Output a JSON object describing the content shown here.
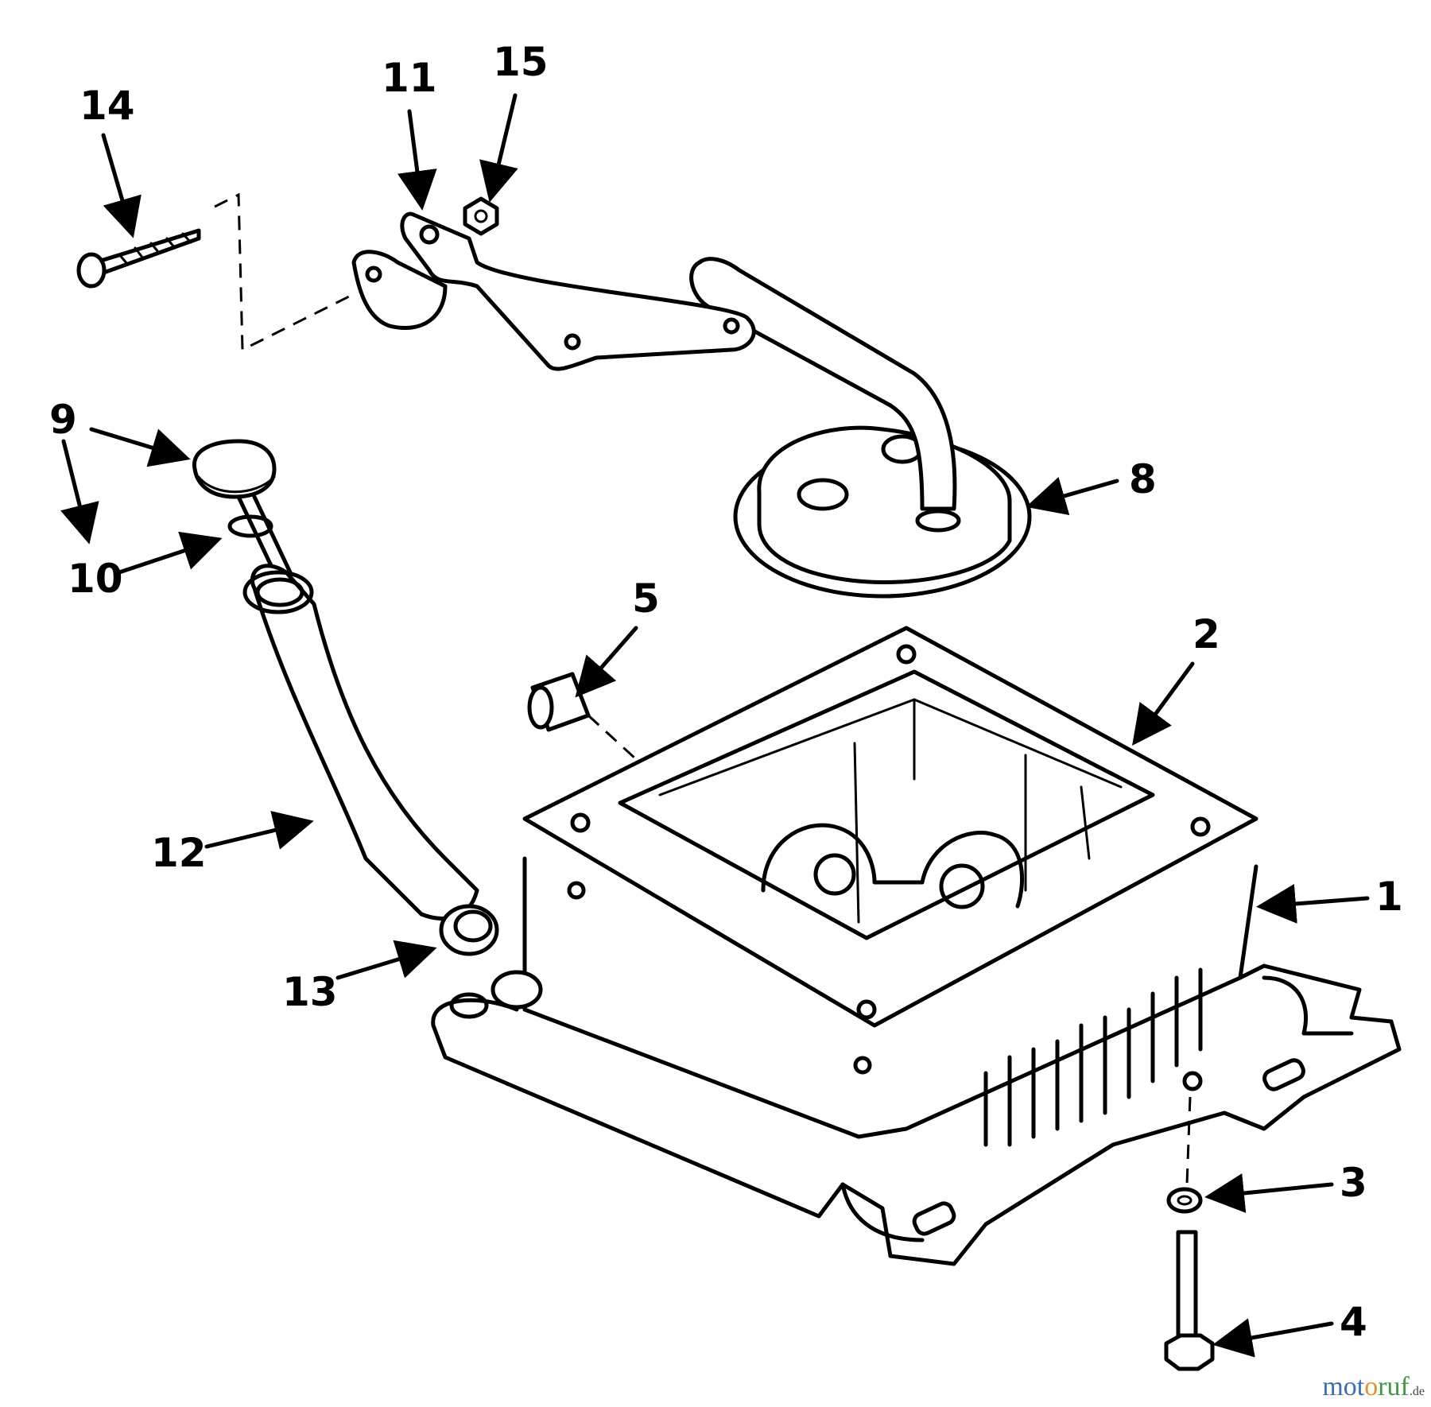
{
  "diagram": {
    "callouts": [
      "1",
      "2",
      "3",
      "4",
      "5",
      "8",
      "9",
      "10",
      "11",
      "12",
      "13",
      "14",
      "15"
    ]
  },
  "watermark": {
    "part1": "mot",
    "part2": "o",
    "part3": "ruf",
    "suffix": ".de"
  }
}
